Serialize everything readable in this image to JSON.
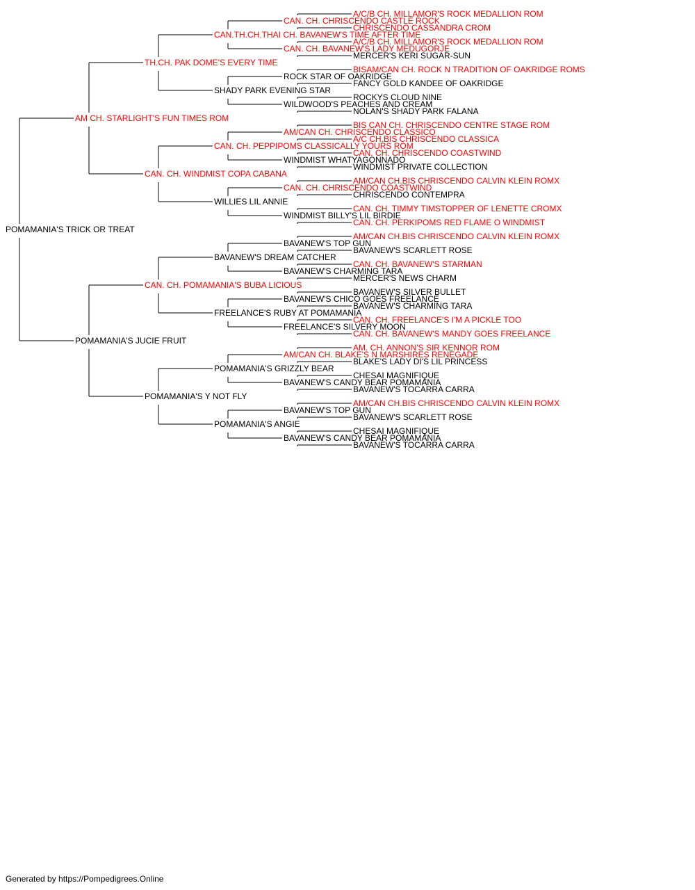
{
  "colors": {
    "champion": "#ff0000",
    "normal": "#000000",
    "line": "#000000"
  },
  "footer": "Generated by https://Pompedigrees.Online",
  "pedigree": [
    {
      "gen": 0,
      "name": "POMAMANIA'S TRICK OR TREAT",
      "champion": false
    },
    {
      "gen": 1,
      "name": "AM CH. STARLIGHT'S FUN TIMES ROM",
      "champion": true
    },
    {
      "gen": 1,
      "name": "POMAMANIA'S JUCIE FRUIT",
      "champion": false
    },
    {
      "gen": 2,
      "name": "TH.CH. PAK DOME'S EVERY TIME",
      "champion": true
    },
    {
      "gen": 2,
      "name": "CAN. CH. WINDMIST COPA CABANA",
      "champion": true
    },
    {
      "gen": 2,
      "name": "CAN. CH. POMAMANIA'S BUBA LICIOUS",
      "champion": true
    },
    {
      "gen": 2,
      "name": "POMAMANIA'S Y NOT FLY",
      "champion": false
    },
    {
      "gen": 3,
      "name": "CAN.TH.CH.THAI CH. BAVANEW'S TIME AFTER TIME",
      "champion": true
    },
    {
      "gen": 3,
      "name": "SHADY PARK EVENING STAR",
      "champion": false
    },
    {
      "gen": 3,
      "name": "CAN. CH. PEPPIPOMS CLASSICALLY YOURS ROM",
      "champion": true
    },
    {
      "gen": 3,
      "name": "WILLIES LIL ANNIE",
      "champion": false
    },
    {
      "gen": 3,
      "name": "BAVANEW'S DREAM CATCHER",
      "champion": false
    },
    {
      "gen": 3,
      "name": "FREELANCE'S RUBY AT POMAMANIA",
      "champion": false
    },
    {
      "gen": 3,
      "name": "POMAMANIA'S GRIZZLY BEAR",
      "champion": false
    },
    {
      "gen": 3,
      "name": "POMAMANIA'S ANGIE",
      "champion": false
    },
    {
      "gen": 4,
      "name": "CAN. CH. CHRISCENDO CASTLE ROCK",
      "champion": true
    },
    {
      "gen": 4,
      "name": "CAN. CH. BAVANEW'S LADY MEDUGORJE",
      "champion": true
    },
    {
      "gen": 4,
      "name": "ROCK STAR OF OAKRIDGE",
      "champion": false
    },
    {
      "gen": 4,
      "name": "WILDWOOD'S PEACHES AND CREAM",
      "champion": false
    },
    {
      "gen": 4,
      "name": "AM/CAN CH. CHRISCENDO CLASSICO",
      "champion": true
    },
    {
      "gen": 4,
      "name": "WINDMIST WHATYAGONNADO",
      "champion": false
    },
    {
      "gen": 4,
      "name": "CAN. CH. CHRISCENDO COASTWIND",
      "champion": true
    },
    {
      "gen": 4,
      "name": "WINDMIST BILLY'S LIL BIRDIE",
      "champion": false
    },
    {
      "gen": 4,
      "name": "BAVANEW'S TOP GUN",
      "champion": false
    },
    {
      "gen": 4,
      "name": "BAVANEW'S CHARMING TARA",
      "champion": false
    },
    {
      "gen": 4,
      "name": "BAVANEW'S CHICO GOES FREELANCE",
      "champion": false
    },
    {
      "gen": 4,
      "name": "FREELANCE'S SILVERY MOON",
      "champion": false
    },
    {
      "gen": 4,
      "name": "AM/CAN CH. BLAKE'S N MARSHIRES RENEGADE",
      "champion": true
    },
    {
      "gen": 4,
      "name": "BAVANEW'S CANDY BEAR POMAMANIA",
      "champion": false
    },
    {
      "gen": 4,
      "name": "BAVANEW'S TOP GUN",
      "champion": false
    },
    {
      "gen": 4,
      "name": "BAVANEW'S CANDY BEAR POMAMANIA",
      "champion": false
    },
    {
      "gen": 5,
      "name": "A/C/B CH. MILLAMOR'S ROCK MEDALLION ROM",
      "champion": true
    },
    {
      "gen": 5,
      "name": "CHRISCENDO CASSANDRA CROM",
      "champion": true
    },
    {
      "gen": 5,
      "name": "A/C/B CH. MILLAMOR'S ROCK MEDALLION ROM",
      "champion": true
    },
    {
      "gen": 5,
      "name": "MERCER'S KERI SUGAR-SUN",
      "champion": false
    },
    {
      "gen": 5,
      "name": "BISAM/CAN CH. ROCK N TRADITION OF OAKRIDGE ROMS",
      "champion": true
    },
    {
      "gen": 5,
      "name": "FANCY GOLD KANDEE OF OAKRIDGE",
      "champion": false
    },
    {
      "gen": 5,
      "name": "ROCKYS CLOUD NINE",
      "champion": false
    },
    {
      "gen": 5,
      "name": "NOLAN'S SHADY PARK FALANA",
      "champion": false
    },
    {
      "gen": 5,
      "name": "BIS CAN CH. CHRISCENDO CENTRE STAGE ROM",
      "champion": true
    },
    {
      "gen": 5,
      "name": "A/C CH.BIS CHRISCENDO CLASSICA",
      "champion": true
    },
    {
      "gen": 5,
      "name": "CAN. CH. CHRISCENDO COASTWIND",
      "champion": true
    },
    {
      "gen": 5,
      "name": "WINDMIST PRIVATE COLLECTION",
      "champion": false
    },
    {
      "gen": 5,
      "name": "AM/CAN CH.BIS CHRISCENDO CALVIN KLEIN ROMX",
      "champion": true
    },
    {
      "gen": 5,
      "name": "CHRISCENDO CONTEMPRA",
      "champion": false
    },
    {
      "gen": 5,
      "name": "CAN. CH. TIMMY TIMSTOPPER OF LENETTE CROMX",
      "champion": true
    },
    {
      "gen": 5,
      "name": "CAN. CH. PERKIPOMS RED FLAME O WINDMIST",
      "champion": true
    },
    {
      "gen": 5,
      "name": "AM/CAN CH.BIS CHRISCENDO CALVIN KLEIN ROMX",
      "champion": true
    },
    {
      "gen": 5,
      "name": "BAVANEW'S SCARLETT ROSE",
      "champion": false
    },
    {
      "gen": 5,
      "name": "CAN. CH. BAVANEW'S STARMAN",
      "champion": true
    },
    {
      "gen": 5,
      "name": "MERCER'S NEWS CHARM",
      "champion": false
    },
    {
      "gen": 5,
      "name": "BAVANEW'S SILVER BULLET",
      "champion": false
    },
    {
      "gen": 5,
      "name": "BAVANEW'S CHARMING TARA",
      "champion": false
    },
    {
      "gen": 5,
      "name": "CAN. CH. FREELANCE'S I'M A PICKLE TOO",
      "champion": true
    },
    {
      "gen": 5,
      "name": "CAN. CH. BAVANEW'S MANDY GOES FREELANCE",
      "champion": true
    },
    {
      "gen": 5,
      "name": "AM. CH. ANNON'S SIR KENNOR ROM",
      "champion": true
    },
    {
      "gen": 5,
      "name": "BLAKE'S LADY DI'S LIL PRINCESS",
      "champion": false
    },
    {
      "gen": 5,
      "name": "CHESAI MAGNIFIQUE",
      "champion": false
    },
    {
      "gen": 5,
      "name": "BAVANEW'S TOCARRA CARRA",
      "champion": false
    },
    {
      "gen": 5,
      "name": "AM/CAN CH.BIS CHRISCENDO CALVIN KLEIN ROMX",
      "champion": true
    },
    {
      "gen": 5,
      "name": "BAVANEW'S SCARLETT ROSE",
      "champion": false
    },
    {
      "gen": 5,
      "name": "CHESAI MAGNIFIQUE",
      "champion": false
    },
    {
      "gen": 5,
      "name": "BAVANEW'S TOCARRA CARRA",
      "champion": false
    }
  ]
}
